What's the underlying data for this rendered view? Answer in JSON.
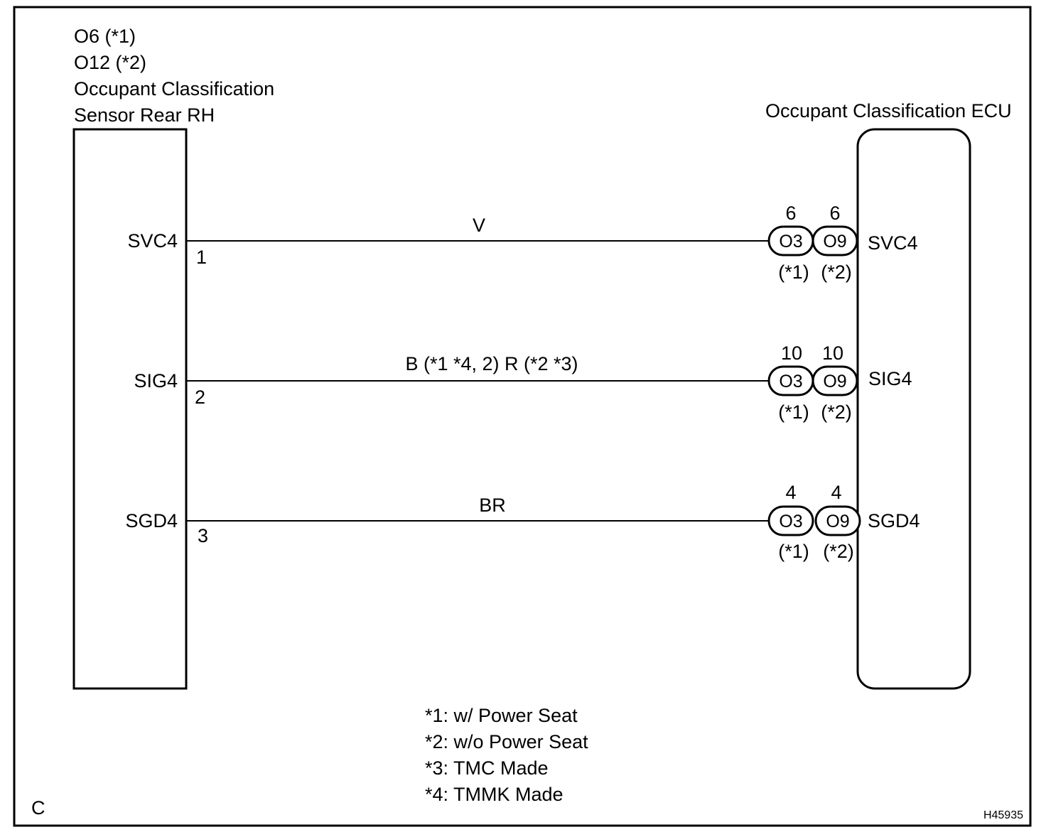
{
  "sensor": {
    "title_lines": [
      "O6 (*1)",
      "O12 (*2)",
      "Occupant Classification",
      "Sensor Rear RH"
    ]
  },
  "ecu": {
    "title": "Occupant Classification ECU"
  },
  "wires": [
    {
      "sensor_terminal": "SVC4",
      "pin": "1",
      "color_label": "V",
      "connectors": [
        {
          "code": "O3",
          "pin": "6",
          "note": "(*1)"
        },
        {
          "code": "O9",
          "pin": "6",
          "note": "(*2)"
        }
      ],
      "ecu_terminal": "SVC4"
    },
    {
      "sensor_terminal": "SIG4",
      "pin": "2",
      "color_label": "B (*1 *4, 2) R (*2 *3)",
      "connectors": [
        {
          "code": "O3",
          "pin": "10",
          "note": "(*1)"
        },
        {
          "code": "O9",
          "pin": "10",
          "note": "(*2)"
        }
      ],
      "ecu_terminal": "SIG4"
    },
    {
      "sensor_terminal": "SGD4",
      "pin": "3",
      "color_label": "BR",
      "connectors": [
        {
          "code": "O3",
          "pin": "4",
          "note": "(*1)"
        },
        {
          "code": "O9",
          "pin": "4",
          "note": "(*2)"
        }
      ],
      "ecu_terminal": "SGD4"
    }
  ],
  "footnotes": [
    "*1: w/ Power Seat",
    "*2: w/o Power Seat",
    "*3: TMC Made",
    "*4: TMMK Made"
  ],
  "corner_label": "C",
  "figure_code": "H45935"
}
